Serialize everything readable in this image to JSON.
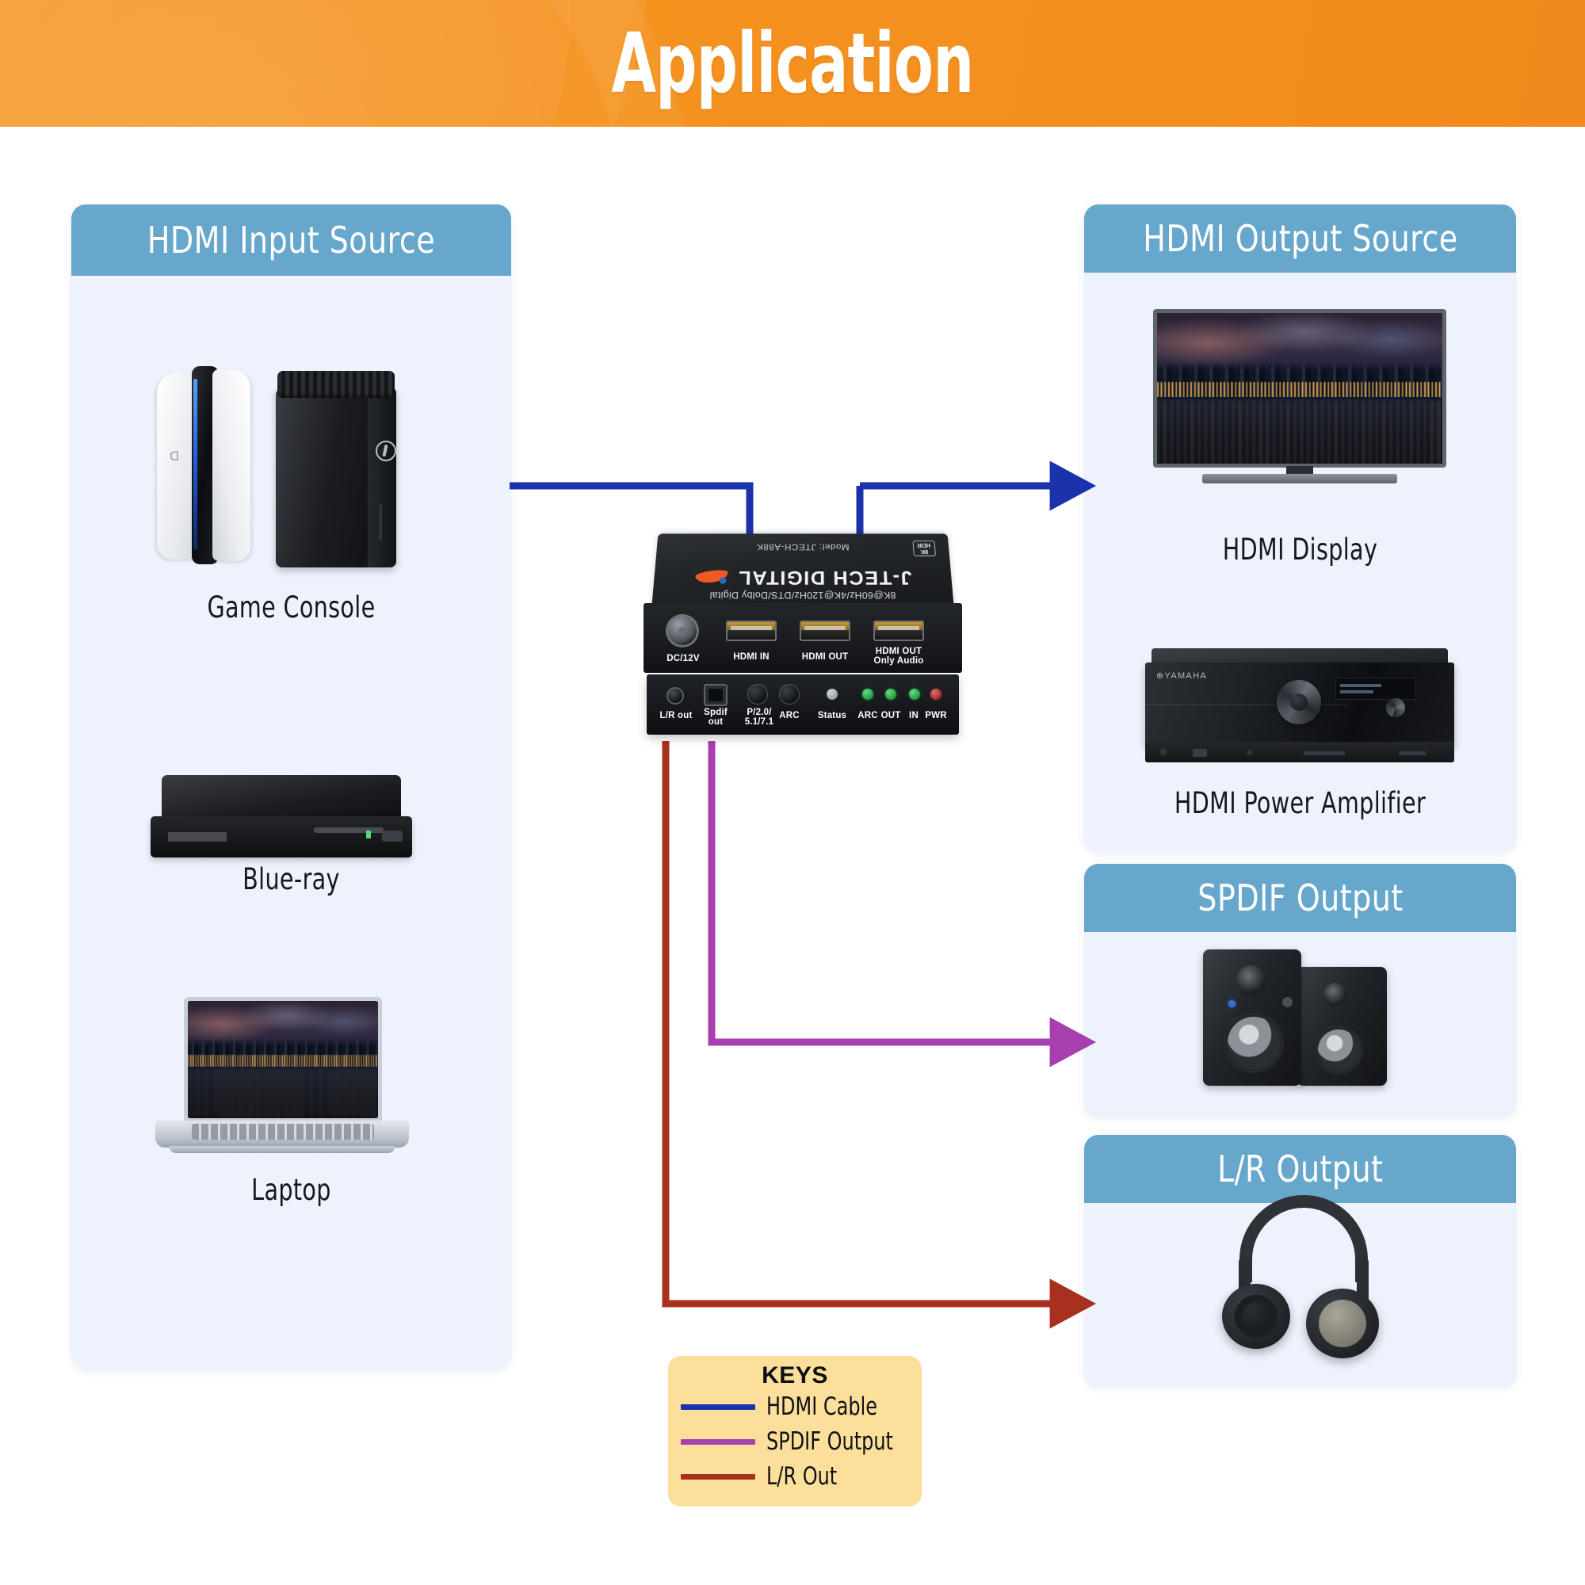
{
  "header": {
    "title": "Application",
    "bg_color": "#f6921e"
  },
  "theme": {
    "panel_header_color": "#66a7cb",
    "panel_body_color": "#eef2fc",
    "keys_box_color": "#fbdf9b",
    "hdmi_line_color": "#1a33ad",
    "spdif_line_color": "#a83fae",
    "lr_line_color": "#a8301f"
  },
  "panels": {
    "input": {
      "title": "HDMI Input Source",
      "items": [
        {
          "caption": "Game Console",
          "icon": "game-console-icon"
        },
        {
          "caption": "Blue-ray",
          "icon": "bluray-player-icon"
        },
        {
          "caption": "Laptop",
          "icon": "laptop-icon"
        }
      ]
    },
    "output": {
      "title": "HDMI Output Source",
      "items": [
        {
          "caption": "HDMI Display",
          "icon": "television-icon"
        },
        {
          "caption": "HDMI Power Amplifier",
          "icon": "av-receiver-icon"
        }
      ]
    },
    "spdif": {
      "title": "SPDIF Output",
      "items": [
        {
          "caption": "",
          "icon": "speakers-icon"
        }
      ]
    },
    "lr": {
      "title": "L/R Output",
      "items": [
        {
          "caption": "",
          "icon": "headphones-icon"
        }
      ]
    }
  },
  "device": {
    "brand": "J-TECH DIGITAL",
    "model": "Model: JTECH-A88K",
    "spec": "8K@60Hz/4K@120Hz/DTS/Dolby Digital",
    "badge_line1": "8K",
    "badge_line2": "HDR",
    "rear_ports": [
      {
        "label": "DC/12V",
        "type": "dc-power-port"
      },
      {
        "label": "HDMI IN",
        "type": "hdmi-port"
      },
      {
        "label": "HDMI OUT",
        "type": "hdmi-port"
      },
      {
        "label": "HDMI OUT\nOnly Audio",
        "type": "hdmi-port"
      }
    ],
    "front_controls": [
      {
        "label": "L/R out",
        "type": "audio-jack"
      },
      {
        "label": "Spdif\nout",
        "type": "toslink-port"
      },
      {
        "label": "P/2.0/\n5.1/7.1",
        "type": "push-button"
      },
      {
        "label": "ARC",
        "type": "push-button"
      },
      {
        "label": "Status",
        "type": "status-led"
      },
      {
        "label": "ARC",
        "type": "led-green"
      },
      {
        "label": "OUT",
        "type": "led-green"
      },
      {
        "label": "IN",
        "type": "led-green"
      },
      {
        "label": "PWR",
        "type": "led-red"
      }
    ]
  },
  "keys": {
    "title": "KEYS",
    "entries": [
      {
        "label": "HDMI Cable",
        "color": "#1a33ad"
      },
      {
        "label": "SPDIF Output",
        "color": "#a83fae"
      },
      {
        "label": "L/R Out",
        "color": "#a8301f"
      }
    ]
  }
}
